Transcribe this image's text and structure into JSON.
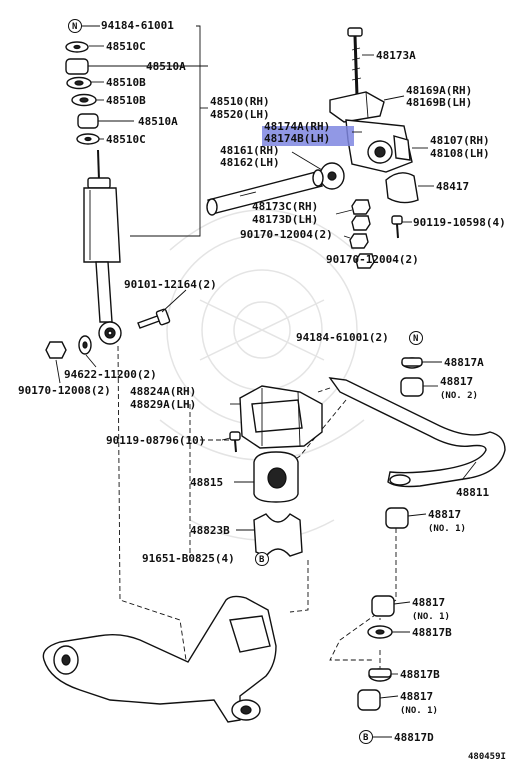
{
  "labels": {
    "p94184_top": "94184-61001",
    "p48510c_1": "48510C",
    "p48510a_1": "48510A",
    "p48510b_1": "48510B",
    "p48510b_2": "48510B",
    "p48510a_2": "48510A",
    "p48510c_2": "48510C",
    "p48510rh": "48510(RH)",
    "p48520lh": "48520(LH)",
    "p48173a": "48173A",
    "p48169a": "48169A(RH)",
    "p48169b": "48169B(LH)",
    "p48174a": "48174A(RH)",
    "p48174b": "48174B(LH)",
    "p48107": "48107(RH)",
    "p48108": "48108(LH)",
    "p48161": "48161(RH)",
    "p48162": "48162(LH)",
    "p48417": "48417",
    "p48173c": "48173C(RH)",
    "p48173d": "48173D(LH)",
    "p90119_10598": "90119-10598(4)",
    "p90170_12004_a": "90170-12004(2)",
    "p90170_12004_b": "90170-12004(2)",
    "p90101": "90101-12164(2)",
    "p94184_mid": "94184-61001(2)",
    "p48817a": "48817A",
    "p48817_no2": "48817",
    "p48817_no2_sub": "(NO. 2)",
    "p94622": "94622-11200(2)",
    "p90170_12008": "90170-12008(2)",
    "p48824a": "48824A(RH)",
    "p48829a": "48829A(LH)",
    "p90119_08796": "90119-08796(10)",
    "p48815": "48815",
    "p48811": "48811",
    "p48817_no1_a": "48817",
    "p48817_no1_a_sub": "(NO. 1)",
    "p48823b": "48823B",
    "p91651": "91651-B0825(4)",
    "p48817_no1_b": "48817",
    "p48817_no1_b_sub": "(NO. 1)",
    "p48817b_1": "48817B",
    "p48817b_2": "48817B",
    "p48817_no1_c": "48817",
    "p48817_no1_c_sub": "(NO. 1)",
    "p48817d": "48817D",
    "diagram_id": "480459I",
    "symbol_n": "N",
    "symbol_b": "B"
  },
  "colors": {
    "ink": "#111111",
    "highlight": "#7e86e0",
    "watermark": "#e4e4e4"
  }
}
